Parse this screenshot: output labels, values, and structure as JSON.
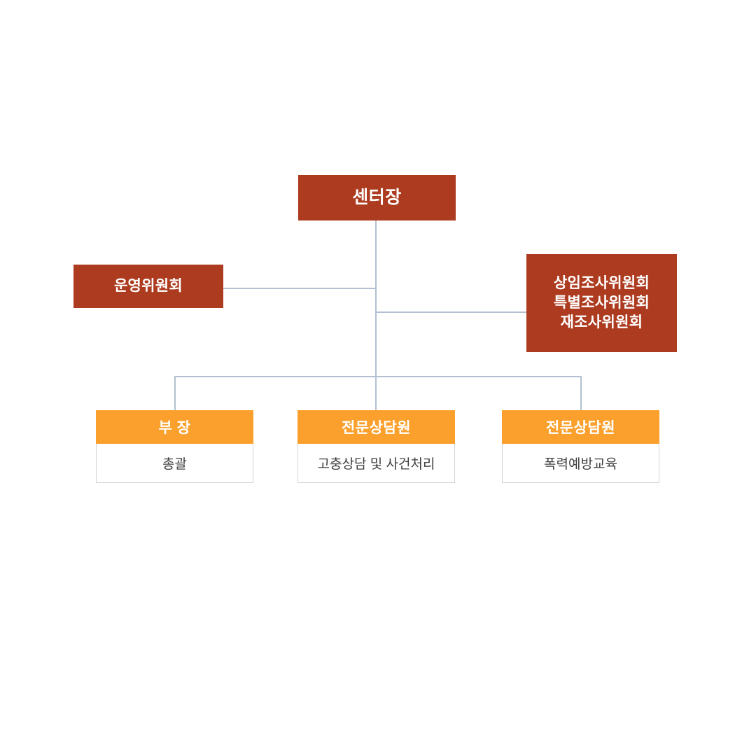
{
  "chart": {
    "type": "org-chart",
    "title_text": "",
    "colors": {
      "primary_box": "#ad3b1f",
      "secondary_box": "#fba02c",
      "connector_line": "#b3c0d1",
      "body_text": "#404040",
      "box_text": "#ffffff",
      "background": "#ffffff",
      "body_border": "#d4d4d4"
    },
    "root": {
      "label": "센터장"
    },
    "lateral_left": {
      "label": "운영위원회"
    },
    "lateral_right": {
      "lines": [
        "상임조사위원회",
        "특별조사위원회",
        "재조사위원회"
      ]
    },
    "staff": [
      {
        "title": "부 장",
        "duty": "총괄"
      },
      {
        "title": "전문상담원",
        "duty": "고충상담 및 사건처리"
      },
      {
        "title": "전문상담원",
        "duty": "폭력예방교육"
      }
    ]
  }
}
